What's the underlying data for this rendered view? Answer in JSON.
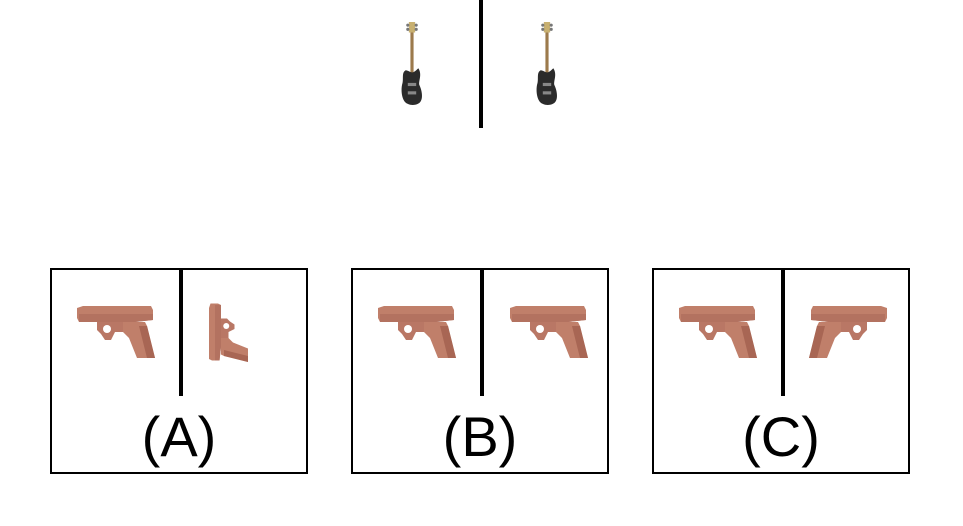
{
  "reference": {
    "left_icon": "electric-bass-guitar-icon",
    "right_icon": "electric-bass-guitar-icon"
  },
  "options": [
    {
      "label": "(A)",
      "left_icon": "handgun-icon",
      "right_icon": "handgun-icon",
      "right_transform": "rotated"
    },
    {
      "label": "(B)",
      "left_icon": "handgun-icon",
      "right_icon": "handgun-icon",
      "right_transform": "none"
    },
    {
      "label": "(C)",
      "left_icon": "handgun-icon",
      "right_icon": "handgun-icon",
      "right_transform": "mirrored"
    }
  ],
  "colors": {
    "gun": "#c07f6a",
    "gun_shadow": "#a86654",
    "guitar_body": "#2b2b2b",
    "guitar_neck": "#b08a5a"
  }
}
